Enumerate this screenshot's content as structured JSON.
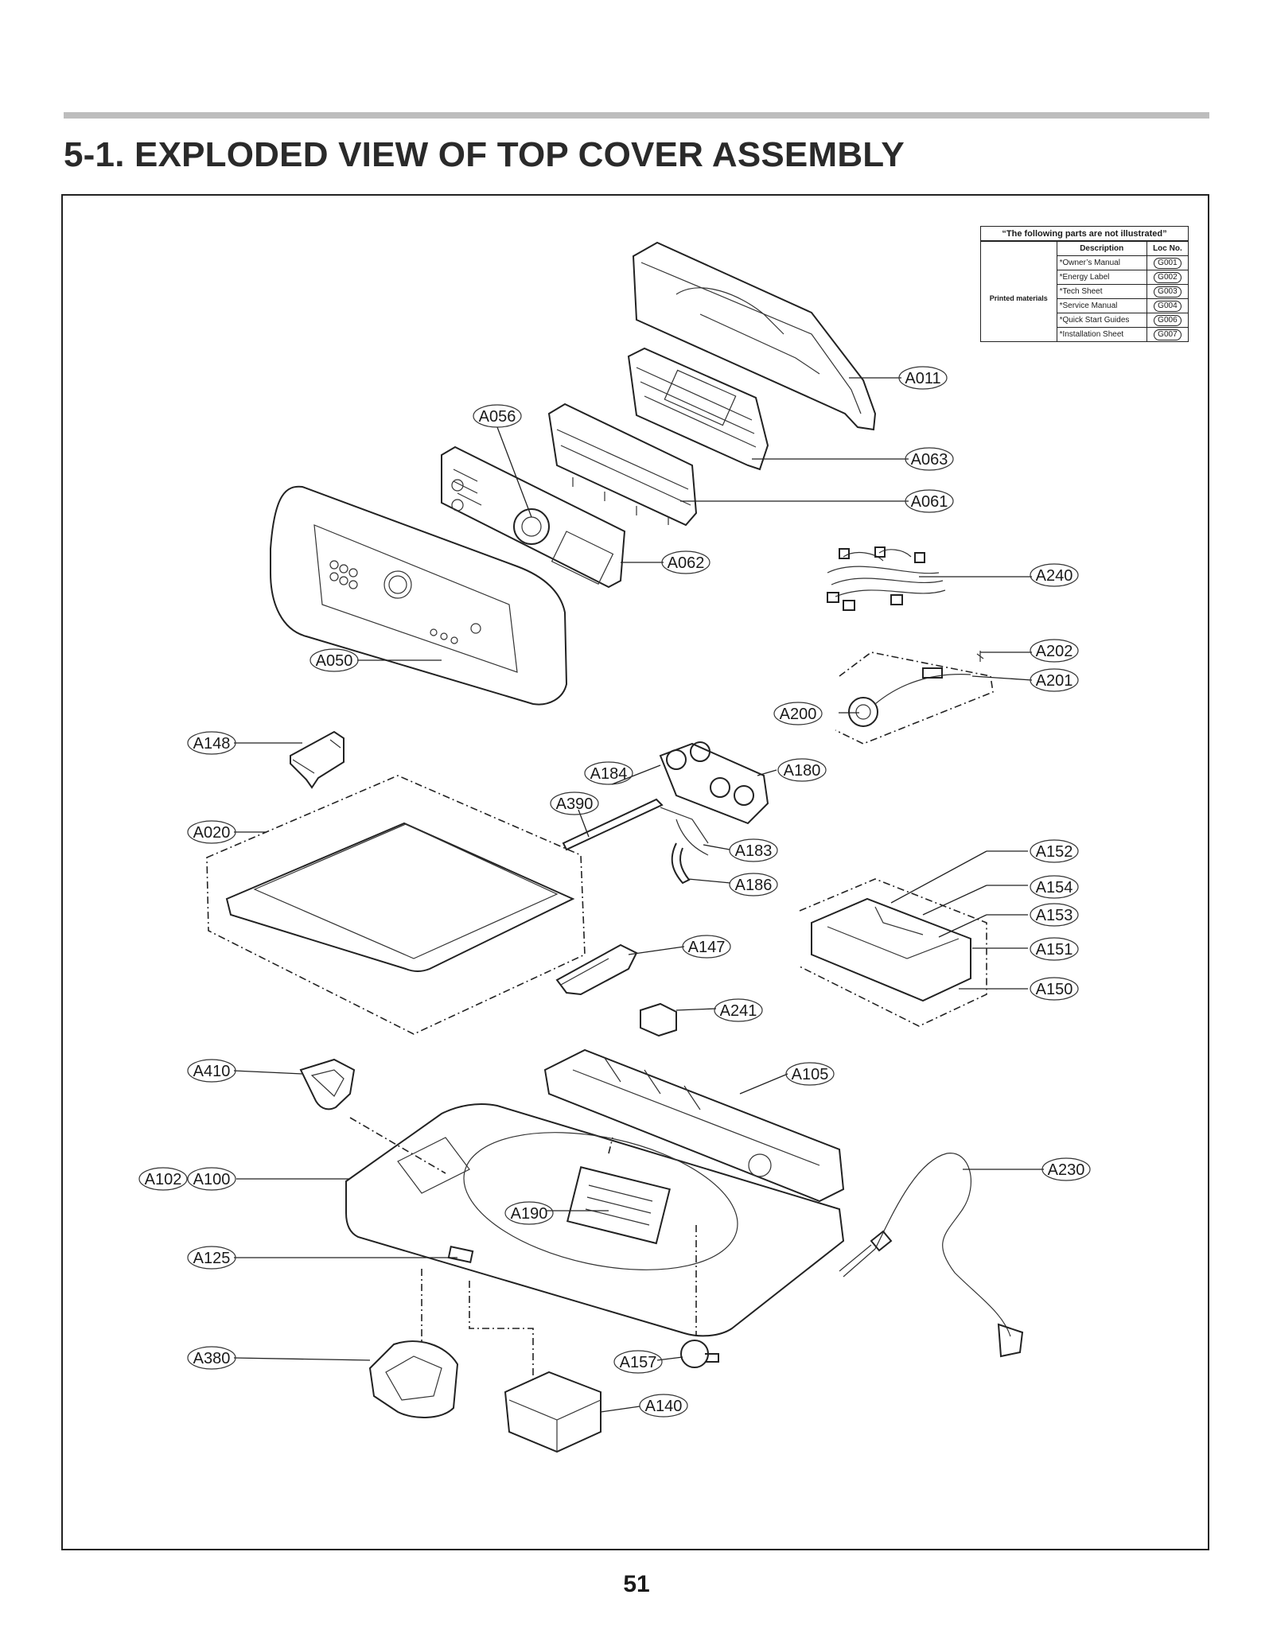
{
  "page": {
    "title": "5-1. EXPLODED VIEW OF TOP COVER ASSEMBLY",
    "page_number": "51"
  },
  "not_illustrated": {
    "heading": "“The following parts are not illustrated”",
    "col_description": "Description",
    "col_loc": "Loc No.",
    "group": "Printed materials",
    "rows": [
      {
        "description": "*Owner’s Manual",
        "loc": "G001"
      },
      {
        "description": "*Energy Label",
        "loc": "G002"
      },
      {
        "description": "*Tech Sheet",
        "loc": "G003"
      },
      {
        "description": "*Service Manual",
        "loc": "G004"
      },
      {
        "description": "*Quick Start Guides",
        "loc": "G006"
      },
      {
        "description": "*Installation Sheet",
        "loc": "G007"
      }
    ]
  },
  "callouts": {
    "A011": "A011",
    "A063": "A063",
    "A061": "A061",
    "A056": "A056",
    "A062": "A062",
    "A240": "A240",
    "A202": "A202",
    "A201": "A201",
    "A200": "A200",
    "A050": "A050",
    "A148": "A148",
    "A184": "A184",
    "A180": "A180",
    "A390": "A390",
    "A020": "A020",
    "A183": "A183",
    "A186": "A186",
    "A152": "A152",
    "A154": "A154",
    "A153": "A153",
    "A151": "A151",
    "A150": "A150",
    "A147": "A147",
    "A241": "A241",
    "A410": "A410",
    "A105": "A105",
    "A102": "A102",
    "A100": "A100",
    "A230": "A230",
    "A190": "A190",
    "A125": "A125",
    "A380": "A380",
    "A157": "A157",
    "A140": "A140"
  }
}
